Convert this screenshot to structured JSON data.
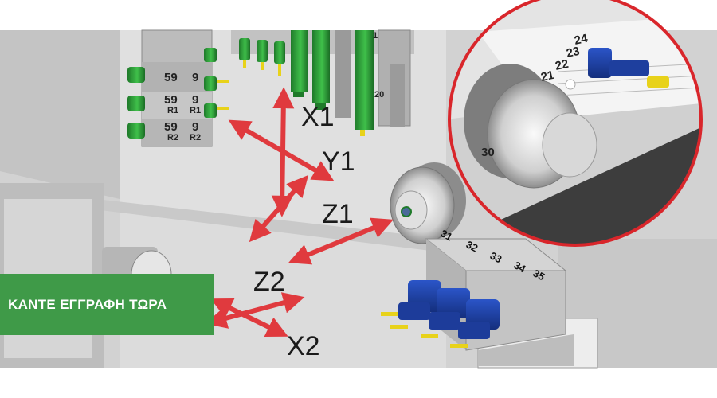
{
  "cta": {
    "label": "ΚΑΝΤΕ ΕΓΓΡΑΦΗ ΤΩΡΑ"
  },
  "axes": {
    "x1": "X1",
    "y1": "Y1",
    "z1": "Z1",
    "z2": "Z2",
    "x2": "X2"
  },
  "upper_turret": {
    "tool_rows": [
      {
        "left": "59",
        "right": "9",
        "sub": ""
      },
      {
        "left": "59",
        "right": "9",
        "sub": "R1"
      },
      {
        "left": "59",
        "right": "9",
        "sub": "R2"
      }
    ],
    "top_number": "1",
    "side_number": "20"
  },
  "lower_turret": {
    "stations": [
      "31",
      "32",
      "33",
      "34",
      "35"
    ]
  },
  "inset": {
    "chuck_number": "30",
    "stations": [
      "24",
      "23",
      "22",
      "21"
    ]
  },
  "colors": {
    "arrow": "#e03a3e",
    "cta_bg": "#3f9a48",
    "tool_green": "#2f9a3a",
    "tool_blue": "#1f3f9f",
    "inset_ring": "#d9262b"
  }
}
